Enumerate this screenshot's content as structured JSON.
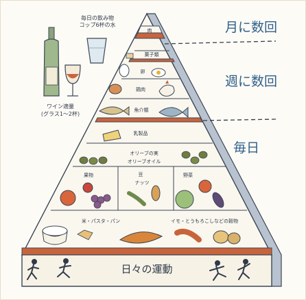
{
  "water_note": {
    "line1": "毎日の飲み物",
    "line2": "コップ6杯の水"
  },
  "wine_note": {
    "line1": "ワイン適量",
    "line2": "(グラス1〜2杯)"
  },
  "frequency": {
    "monthly": "月に数回",
    "weekly": "週に数回",
    "daily": "毎日"
  },
  "tiers": {
    "meat": "肉",
    "sweets": "菓子類",
    "eggs": "卵",
    "poultry": "鶏肉",
    "seafood": "魚介類",
    "dairy": "乳製品",
    "olive_line1": "オリーブの実",
    "olive_line2": "オリーブオイル",
    "fruit": "果物",
    "legumes_line1": "豆",
    "legumes_line2": "ナッツ",
    "vegetables": "野菜",
    "grains_left": "米・パスタ・パン",
    "grains_right": "イモ・とうもろこしなどの穀物",
    "exercise": "日々の運動"
  },
  "colors": {
    "accent": "#c8643c",
    "text_blue": "#2f5f8a",
    "ink": "#2f3a4a",
    "background": "#fdfbf6"
  }
}
